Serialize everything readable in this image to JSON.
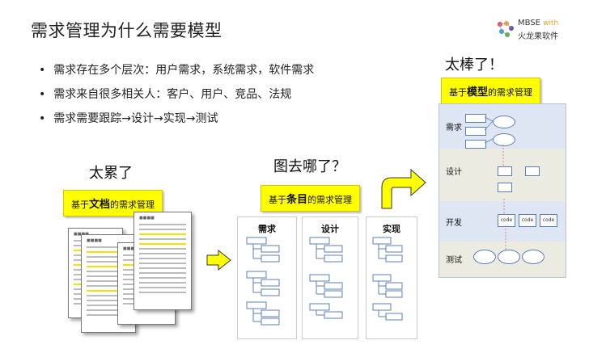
{
  "title": "需求管理为什么需要模型",
  "logo": {
    "line1": "MBSE",
    "with": "with",
    "line2": "火龙果软件"
  },
  "bullets": [
    "需求存在多个层次：用户需求，系统需求，软件需求",
    "需求来自很多相关人：客户、用户、竞品、法规",
    "需求需要跟踪→设计→实现→测试"
  ],
  "left": {
    "caption": "太累了",
    "tag_prefix": "基于",
    "tag_bold": "文档",
    "tag_suffix": "的需求管理"
  },
  "middle": {
    "caption": "图去哪了？",
    "tag_prefix": "基于",
    "tag_bold": "条目",
    "tag_suffix": "的需求管理",
    "panels": [
      "需求",
      "设计",
      "实现"
    ]
  },
  "right": {
    "caption": "太棒了！",
    "tag_prefix": "基于",
    "tag_bold": "模型",
    "tag_suffix": "的需求管理",
    "lanes": [
      "需求",
      "设计",
      "开发",
      "测试"
    ],
    "code_label": "code"
  },
  "colors": {
    "highlight": "#ffff00",
    "arrow": "#ffff00",
    "lane_req": "#dde6f2",
    "lane_design": "#ecebe1",
    "lane_dev": "#dde6f2",
    "lane_test": "#ecebe1"
  }
}
